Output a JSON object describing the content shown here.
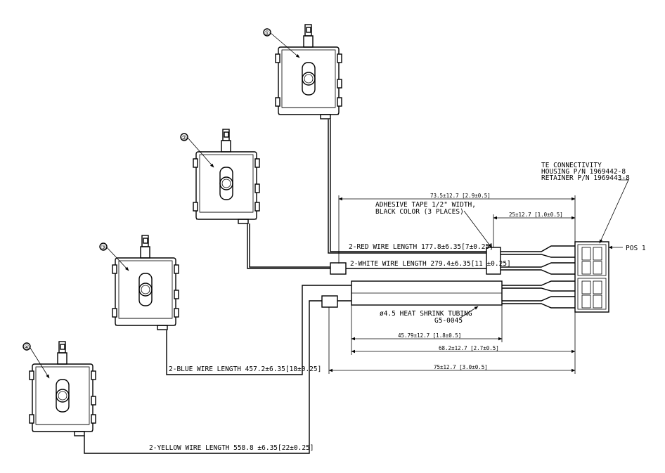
{
  "switches": [
    {
      "index": "①"
    },
    {
      "index": "②"
    },
    {
      "index": "③"
    },
    {
      "index": "④"
    }
  ],
  "connector": {
    "vendor": "TE CONNECTIVITY",
    "housing": "HOUSING P/N 1969442-8",
    "retainer": "RETAINER P/N 1969443-8",
    "pos": "POS 1"
  },
  "wires": {
    "red": "2-RED WIRE LENGTH 177.8±6.35[7±0.25]",
    "white": "2-WHITE WIRE LENGTH 279.4±6.35[11 ±0.25]",
    "blue": "2-BLUE WIRE LENGTH 457.2±6.35[18±0.25]",
    "yellow": "2-YELLOW WIRE LENGTH 558.8 ±6.35[22±0.25]"
  },
  "tape": {
    "line1": "ADHESIVE TAPE 1/2\" WIDTH,",
    "line2": "BLACK COLOR (3 PLACES)"
  },
  "tubing": {
    "line1": "ø4.5 HEAT SHRINK TUBING",
    "line2": "G5-0045"
  },
  "dimensions": {
    "d_top": "73.5±12.7 [2.9±0.5]",
    "d_tape": "25±12.7 [1.0±0.5]",
    "d_tube": "45.79±12.7 [1.8±0.5]",
    "d_mid": "68.2±12.7 [2.7±0.5]",
    "d_bottom": "75±12.7 [3.0±0.5]"
  }
}
